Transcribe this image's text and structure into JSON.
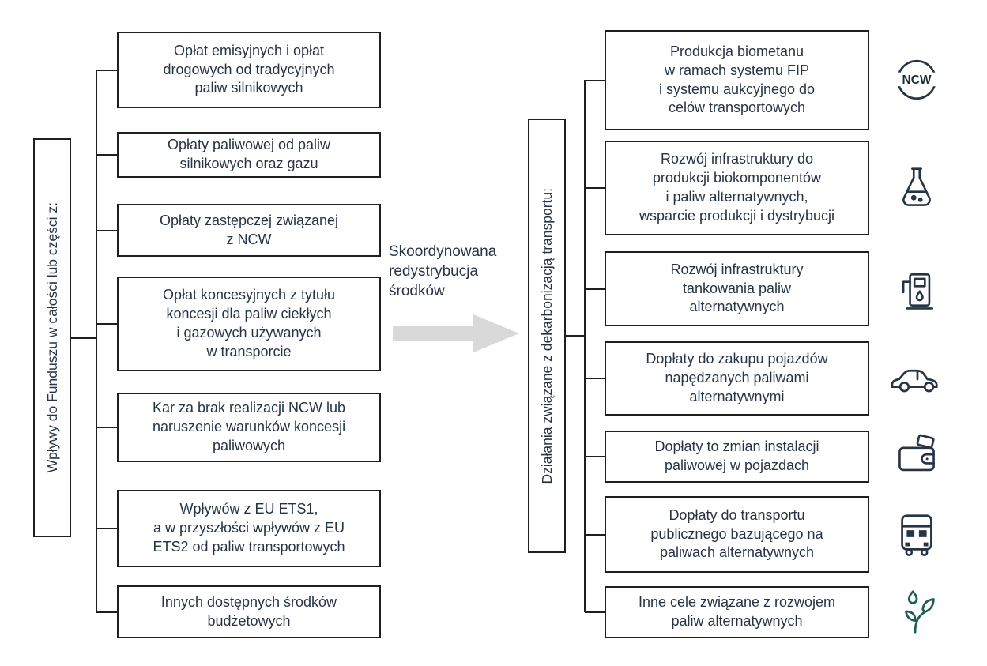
{
  "left_group": {
    "label": "Wpływy do Funduszu w całości lub części z:",
    "items": [
      {
        "text": "Opłat emisyjnych i opłat\ndrogowych od tradycyjnych\npaliw silnikowych"
      },
      {
        "text": "Opłaty paliwowej od paliw\nsilnikowych oraz gazu"
      },
      {
        "text": "Opłaty zastępczej związanej\nz NCW"
      },
      {
        "text": "Opłat koncesyjnych z tytułu\nkoncesji dla paliw ciekłych\ni gazowych używanych\nw transporcie"
      },
      {
        "text": "Kar za brak realizacji NCW lub\nnaruszenie warunków koncesji\npaliwowych"
      },
      {
        "text": "Wpływów z EU ETS1,\na w przyszłości wpływów z EU\nETS2 od paliw transportowych"
      },
      {
        "text": "Innych dostępnych środków\nbudżetowych"
      }
    ]
  },
  "middle": {
    "label": "Skoordynowana\nredystrybucja\nśrodków"
  },
  "right_group": {
    "label": "Działania związane z dekarbonizacją transportu:",
    "items": [
      {
        "text": "Produkcja biometanu\nw ramach systemu FIP\ni systemu aukcyjnego do\ncelów transportowych",
        "icon": "ncw-logo-icon"
      },
      {
        "text": "Rozwój infrastruktury do\nprodukcji biokomponentów\ni paliw alternatywnych,\nwsparcie produkcji i dystrybucji",
        "icon": "flask-icon"
      },
      {
        "text": "Rozwój infrastruktury\ntankowania paliw\nalternatywnych",
        "icon": "fuel-pump-icon"
      },
      {
        "text": "Dopłaty do zakupu pojazdów\nnapędzanych paliwami\nalternatywnymi",
        "icon": "car-icon"
      },
      {
        "text": "Dopłaty to zmian instalacji\npaliwowej w pojazdach",
        "icon": "wallet-icon"
      },
      {
        "text": "Dopłaty do transportu\npublicznego bazującego na\npaliwach alternatywnych",
        "icon": "bus-icon"
      },
      {
        "text": "Inne cele związane z rozwojem\npaliw alternatywnych",
        "icon": "eco-fuel-plant-icon"
      }
    ]
  },
  "ncw_logo_text": "NCW",
  "colors": {
    "text": "#263445",
    "border": "#1f1f1f",
    "arrow": "#d9d9d9",
    "eco_icon": "#1f5c55"
  }
}
